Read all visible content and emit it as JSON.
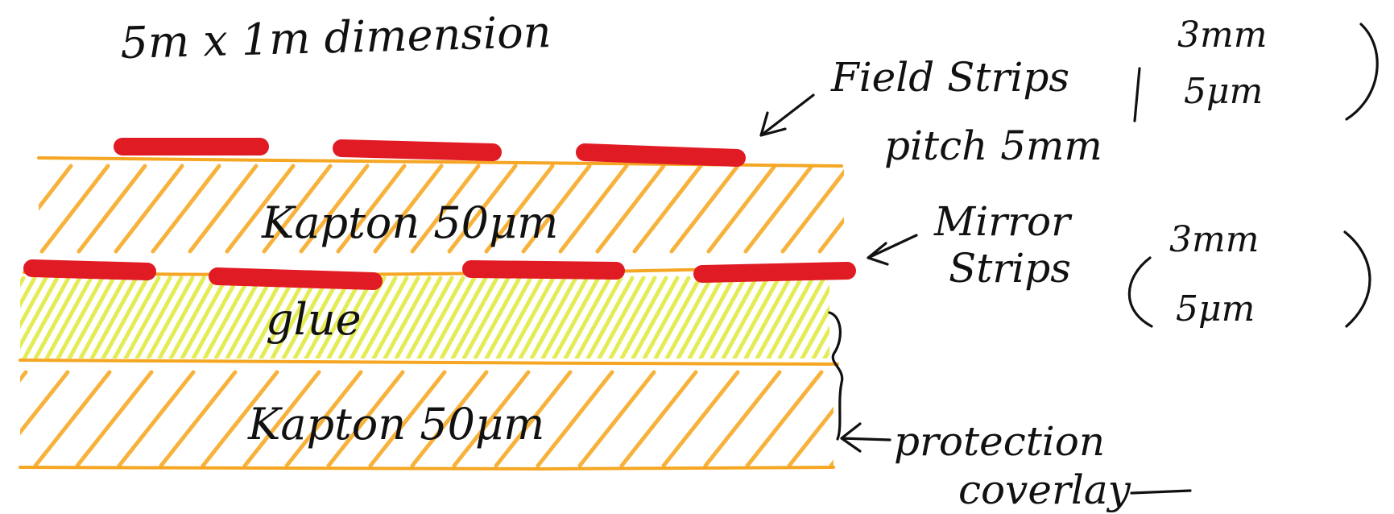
{
  "title": "5m x 1m dimension",
  "layers": {
    "kapton_top": "Kapton 50μm",
    "glue": "glue",
    "kapton_bottom": "Kapton 50μm"
  },
  "annotations": {
    "field_strips_label": "Field Strips",
    "field_strips_pitch": "pitch 5mm",
    "field_strips_dim_a": "3mm",
    "field_strips_dim_b": "5μm",
    "mirror_strips_line1": "Mirror",
    "mirror_strips_line2": "Strips",
    "mirror_strips_dim_a": "3mm",
    "mirror_strips_dim_b": "5μm",
    "protection_line1": "protection",
    "protection_line2": "coverlay"
  },
  "colors": {
    "ink": "#111111",
    "rule": "#f5a623",
    "hatch_kapton": "#f7b23b",
    "hatch_glue": "#e4ec55",
    "strip": "#e01b24"
  }
}
